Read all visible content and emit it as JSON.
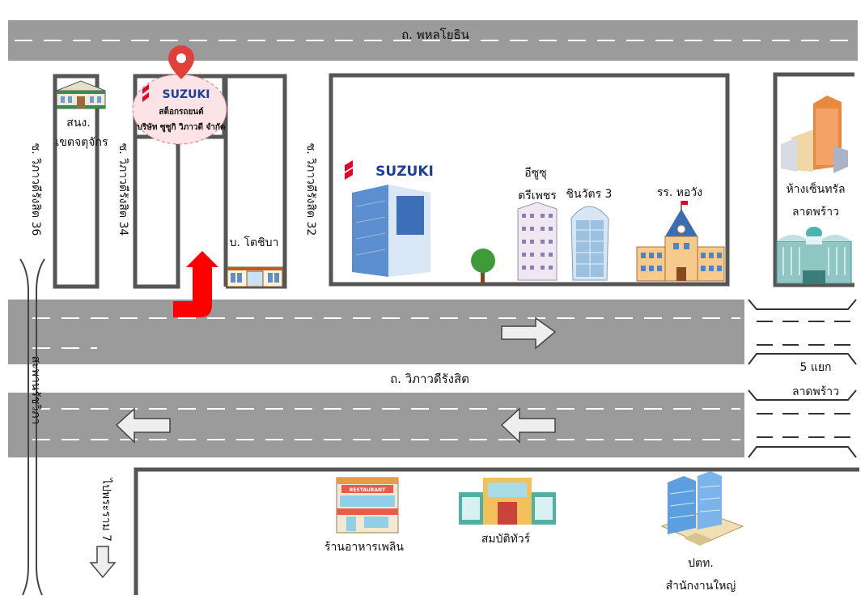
{
  "roads": {
    "phahon_yothin": "ถ. พหลโยธิน",
    "vibhavadi": "ถ. วิภาวดีรังสิต",
    "soi36": "ซ. วิภาวดีรังสิต 36",
    "soi34": "ซ. วิภาวดีรังสิต 34",
    "soi32": "ซ. วิภาวดีรังสิต 32",
    "bridge": "สะพานรัชวิภา",
    "chong_nonsi": "ไปพระราม 7"
  },
  "intersection": {
    "line1": "5 แยก",
    "line2": "ลาดพร้าว"
  },
  "dealer": {
    "brand": "SUZUKI",
    "line1": "สต็อกรถยนต์",
    "line2": "บริษัท ซูซูกิ วิภาวดี จำกัด"
  },
  "landmarks": {
    "district_office_l1": "สนง.",
    "district_office_l2": "เขตจตุจักร",
    "toshiba": "บ. โตชิบา",
    "suzuki_building": "SUZUKI",
    "isuzu_l1": "อีซูซุ",
    "isuzu_l2": "ตรีเพชร",
    "shinawatra": "ชินวัตร 3",
    "school": "รร. หอวัง",
    "central_l1": "ห้างเซ็นทรัล",
    "central_l2": "ลาดพร้าว",
    "restaurant": "ร้านอาหารเพลิน",
    "restaurant_sign": "RESTAURANT",
    "sombat_tour": "สมบัติทัวร์",
    "ptt_l1": "ปตท.",
    "ptt_l2": "สำนักงานใหญ่"
  },
  "colors": {
    "road": "#9b9b9b",
    "block_outline": "#555555",
    "suzuki_red": "#e4002b",
    "suzuki_blue": "#1e3f96",
    "route_arrow": "#ff0000",
    "pin": "#e0403a"
  }
}
